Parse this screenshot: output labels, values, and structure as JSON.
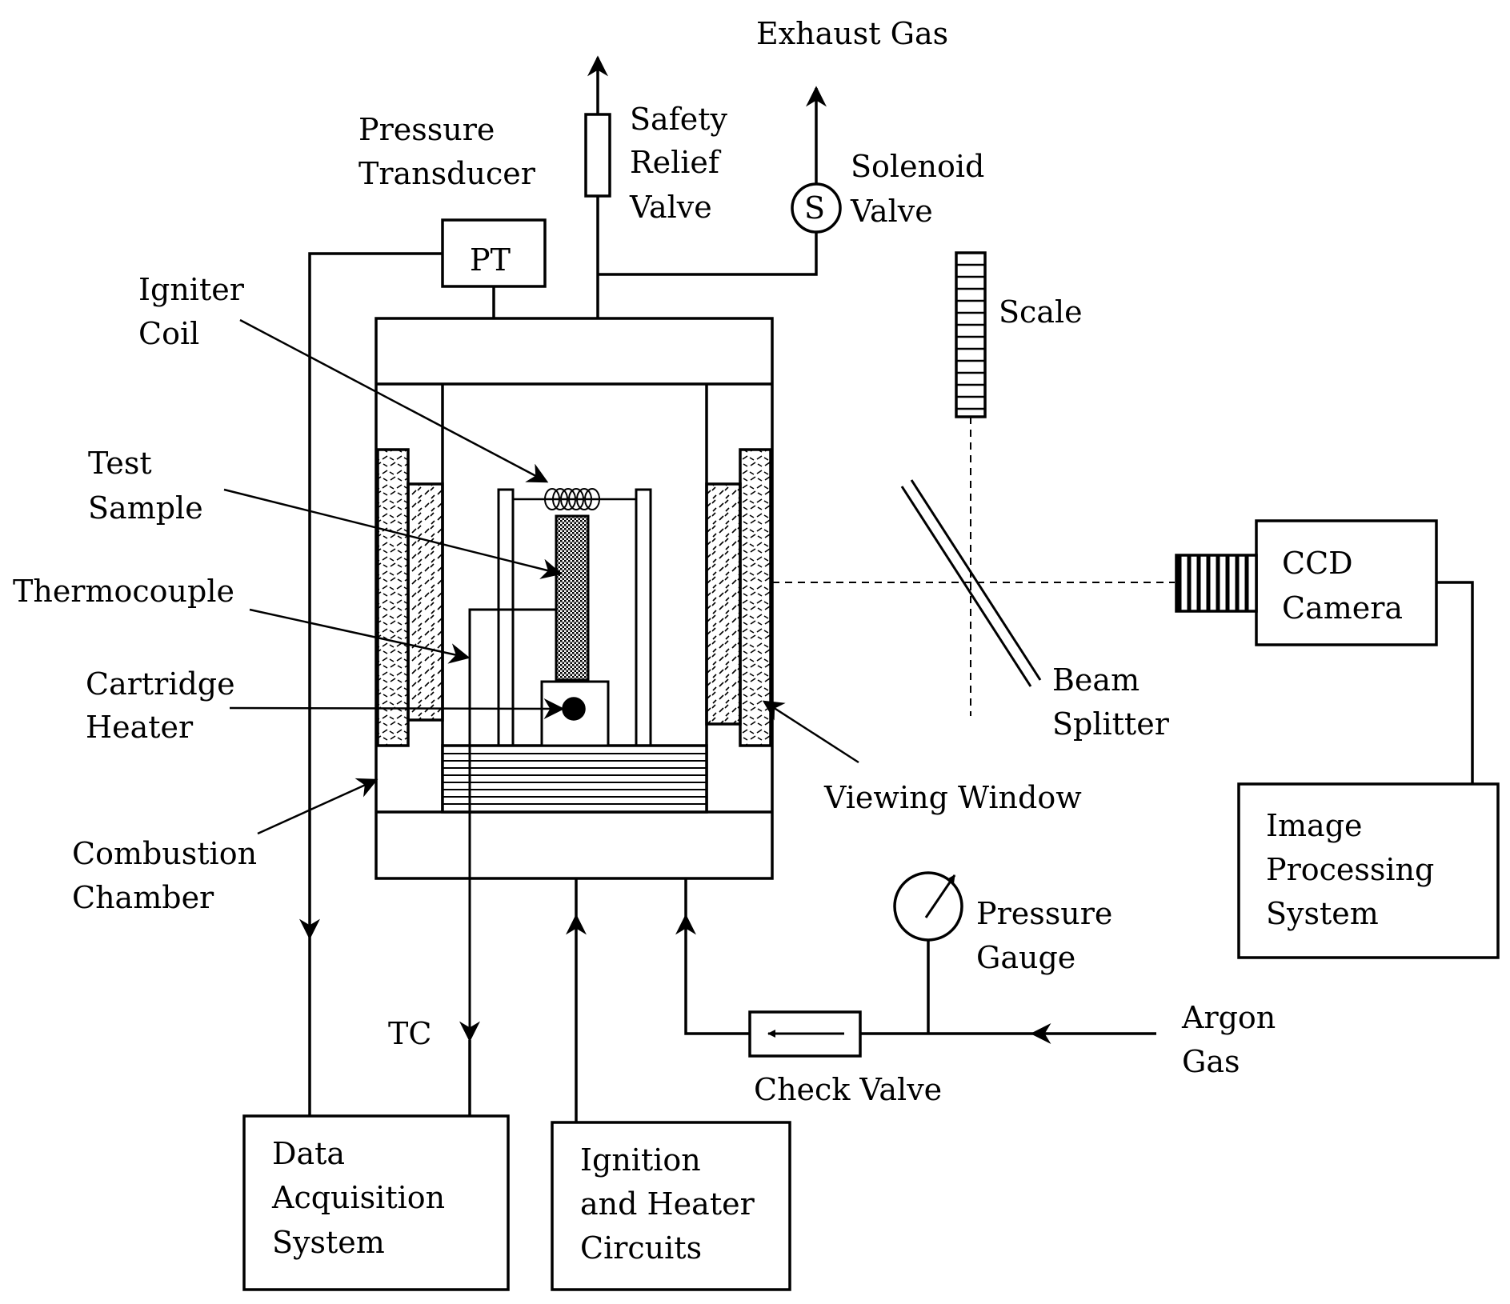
{
  "labels": {
    "exhaust_gas": "Exhaust Gas",
    "safety_relief_valve": [
      "Safety",
      "Relief",
      "Valve"
    ],
    "pressure_transducer": [
      "Pressure",
      "Transducer"
    ],
    "pt": "PT",
    "solenoid_valve": [
      "Solenoid",
      "Valve"
    ],
    "solenoid_symbol": "S",
    "scale": "Scale",
    "igniter_coil": [
      "Igniter",
      "Coil"
    ],
    "test_sample": [
      "Test",
      "Sample"
    ],
    "thermocouple": "Thermocouple",
    "cartridge_heater": [
      "Cartridge",
      "Heater"
    ],
    "combustion_chamber": [
      "Combustion",
      "Chamber"
    ],
    "viewing_window": "Viewing Window",
    "beam_splitter": [
      "Beam",
      "Splitter"
    ],
    "ccd_camera": [
      "CCD",
      "Camera"
    ],
    "image_processing_system": [
      "Image",
      "Processing",
      "System"
    ],
    "pressure_gauge": [
      "Pressure",
      "Gauge"
    ],
    "argon_gas": [
      "Argon",
      "Gas"
    ],
    "check_valve": "Check Valve",
    "tc": "TC",
    "data_acquisition_system": [
      "Data",
      "Acquisition",
      "System"
    ],
    "ignition_heater_circuits": [
      "Ignition",
      "and Heater",
      "Circuits"
    ]
  }
}
